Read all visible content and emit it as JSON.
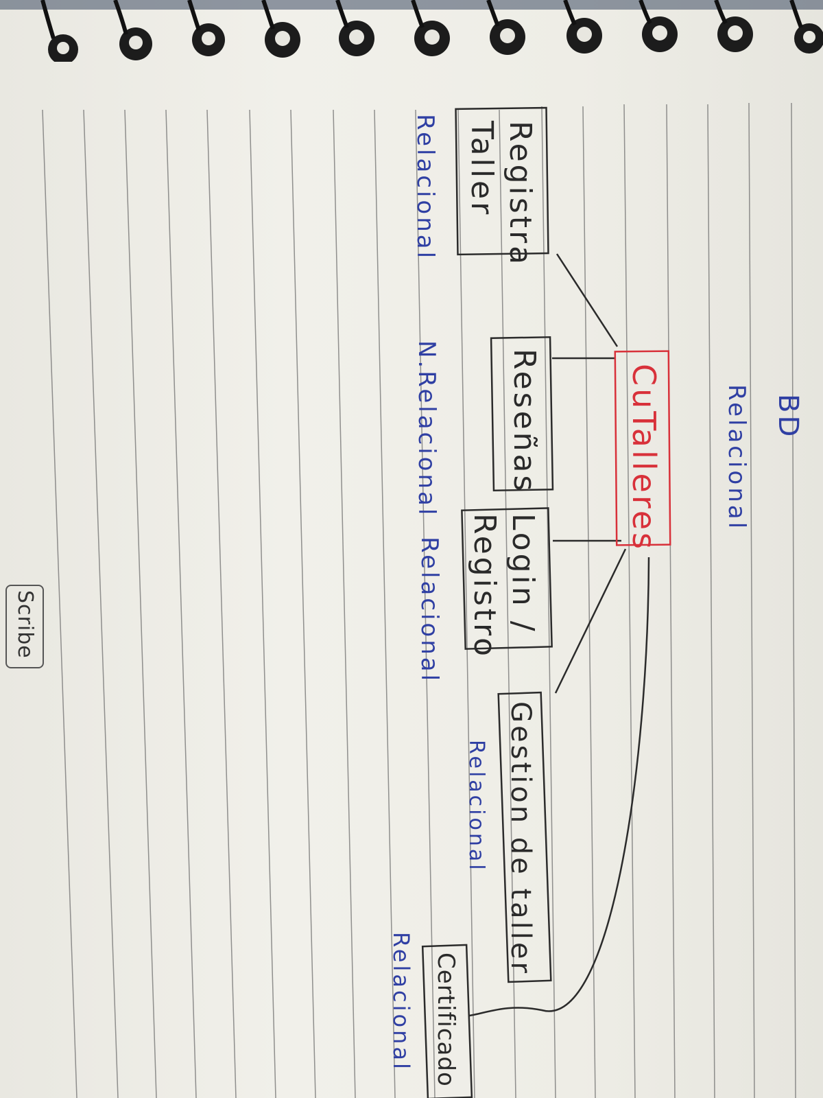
{
  "title": {
    "line1": "BD",
    "line2": "Relacional"
  },
  "center_node": {
    "label": "CuTalleres"
  },
  "nodes": {
    "registra_taller": {
      "label": "Registra Taller",
      "db": "Relacional"
    },
    "resenas": {
      "label": "Reseñas",
      "db": "N.Relacional"
    },
    "login_registro": {
      "label": "Login / Registro",
      "db": "Relacional"
    },
    "gestion_taller": {
      "label": "Gestion de taller",
      "db": "Relacional"
    },
    "certificado": {
      "label": "Certificado",
      "db": "Relacional"
    }
  },
  "watermark": {
    "text": "Scribe"
  },
  "colors": {
    "pencil": "#2a2a2a",
    "blue_ink": "#2f3fa3",
    "red_ink": "#d8313a",
    "rule_line": "#6f6f6f",
    "paper": "#eeede6"
  }
}
